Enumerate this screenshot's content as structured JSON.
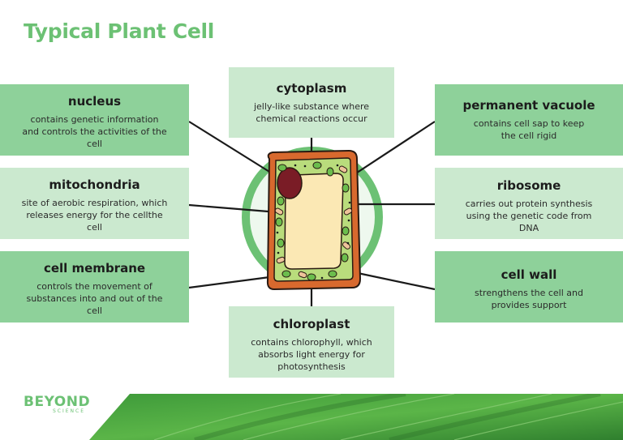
{
  "title": "Typical Plant Cell",
  "labels": {
    "nucleus": {
      "name": "nucleus",
      "desc": "contains genetic information and controls the activities of the cell"
    },
    "mitochondria": {
      "name": "mitochondria",
      "desc": "site of aerobic respiration, which releases energy for the cellthe cell"
    },
    "cell_membrane": {
      "name": "cell membrane",
      "desc": "controls the movement of substances into and out of the cell"
    },
    "cytoplasm": {
      "name": "cytoplasm",
      "desc": "jelly-like substance where chemical reactions occur"
    },
    "chloroplast": {
      "name": "chloroplast",
      "desc": "contains chlorophyll, which absorbs light energy for photosynthesis"
    },
    "permanent_vacuole": {
      "name": "permanent vacuole",
      "desc": "contains cell sap to keep the cell rigid"
    },
    "ribosome": {
      "name": "ribosome",
      "desc": "carries out protein synthesis using the genetic code from DNA"
    },
    "cell_wall": {
      "name": "cell wall",
      "desc": "strengthens the cell and provides support"
    }
  },
  "logo": {
    "main": "BEYOND",
    "sub": "SCIENCE"
  },
  "colors": {
    "accent": "#6cc174",
    "box_dark": "#8ed19a",
    "box_light": "#cbe9cf",
    "cell_wall": "#d8692e",
    "cytoplasm": "#b9dc7c",
    "vacuole": "#fbe8b4",
    "nucleus": "#7a1c26",
    "chloroplast": "#6bbd4d"
  }
}
